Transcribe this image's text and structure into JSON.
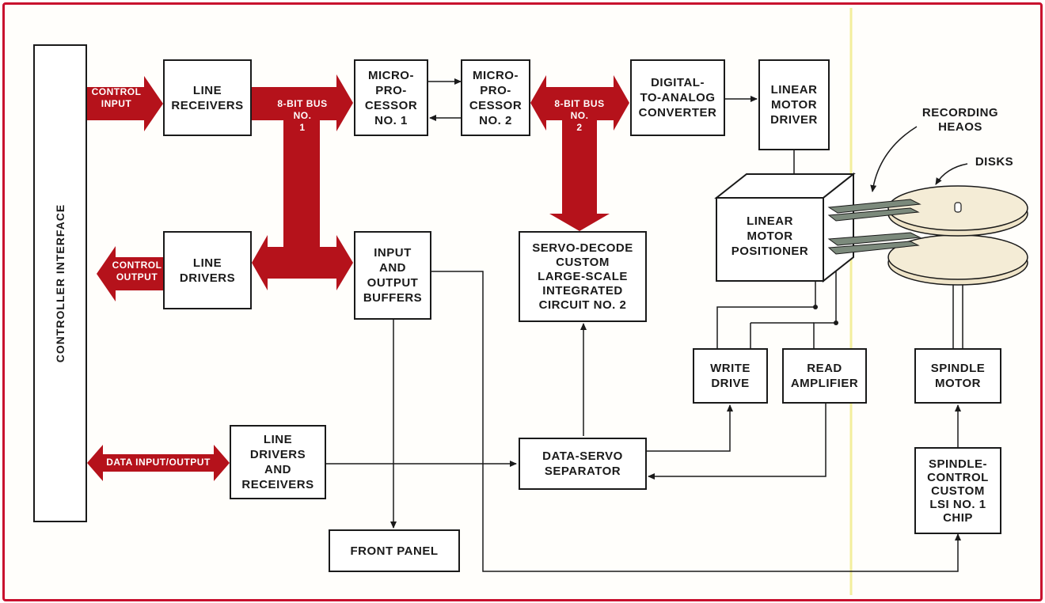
{
  "colors": {
    "frame": "#c8102e",
    "bus": "#b5121b",
    "line": "#1a1a1a",
    "divider": "#f3ee9c",
    "disk": "#f4ecd6",
    "head": "#7c8a7c"
  },
  "controller_interface": "CONTROLLER INTERFACE",
  "signals": {
    "control_input": "CONTROL\nINPUT",
    "control_output": "CONTROL\nOUTPUT",
    "data_io": "DATA INPUT/OUTPUT",
    "bus1": "8-BIT BUS\nNO.\n1",
    "bus2": "8-BIT BUS\nNO.\n2"
  },
  "blocks": {
    "line_receivers": "LINE\nRECEIVERS",
    "line_drivers": "LINE\nDRIVERS",
    "line_drivers_receivers": "LINE\nDRIVERS\nAND\nRECEIVERS",
    "microprocessor_1": "MICRO-\nPRO-\nCESSOR\nNO. 1",
    "microprocessor_2": "MICRO-\nPRO-\nCESSOR\nNO. 2",
    "io_buffers": "INPUT\nAND\nOUTPUT\nBUFFERS",
    "dac": "DIGITAL-\nTO-ANALOG\nCONVERTER",
    "linear_motor_driver": "LINEAR\nMOTOR\nDRIVER",
    "servo_decode": "SERVO-DECODE\nCUSTOM\nLARGE-SCALE\nINTEGRATED\nCIRCUIT NO. 2",
    "linear_motor_positioner": "LINEAR\nMOTOR\nPOSITIONER",
    "write_drive": "WRITE\nDRIVE",
    "read_amplifier": "READ\nAMPLIFIER",
    "spindle_motor": "SPINDLE\nMOTOR",
    "data_servo_separator": "DATA-SERVO\nSEPARATOR",
    "spindle_control": "SPINDLE-\nCONTROL\nCUSTOM\nLSI NO. 1\nCHIP",
    "front_panel": "FRONT PANEL"
  },
  "callouts": {
    "recording_heads": "RECORDING\nHEAOS",
    "disks": "DISKS"
  }
}
